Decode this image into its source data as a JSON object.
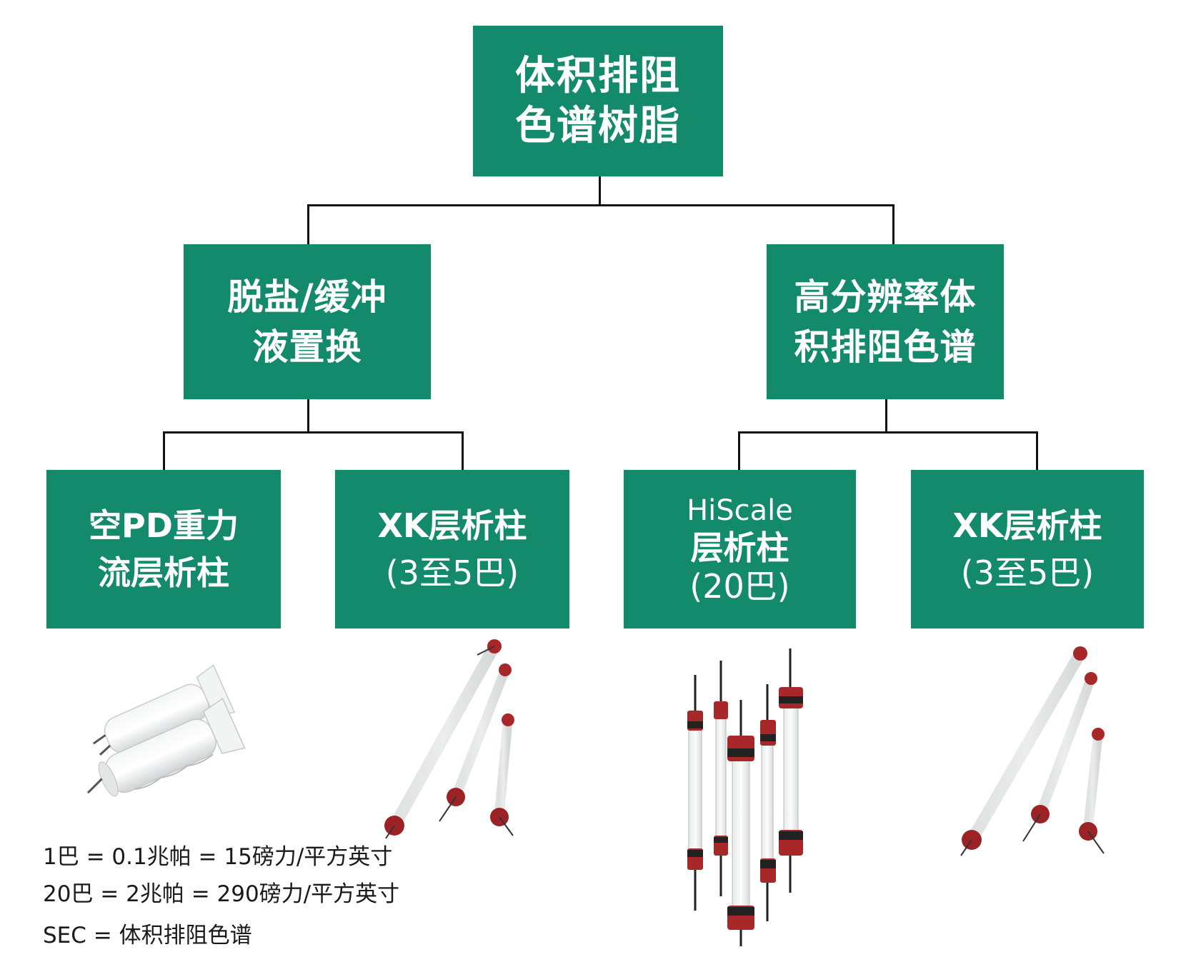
{
  "diagram": {
    "root": {
      "label_lines": [
        "体积排阻",
        "色谱树脂"
      ]
    },
    "categories": [
      {
        "label_lines": [
          "脱盐/缓冲",
          "液置换"
        ],
        "children": [
          {
            "label_lines": [
              "空PD重力",
              "流层析柱"
            ],
            "product_icon": "pd10-column-pair-icon"
          },
          {
            "label_lines": [
              "XK层析柱",
              "(3至5巴)"
            ],
            "product_icon": "xk-columns-icon"
          }
        ]
      },
      {
        "label_lines": [
          "高分辨率体",
          "积排阻色谱"
        ],
        "children": [
          {
            "label_lines": [
              "HiScale",
              "层析柱",
              "(20巴)"
            ],
            "product_icon": "hiscale-columns-icon"
          },
          {
            "label_lines": [
              "XK层析柱",
              "(3至5巴)"
            ],
            "product_icon": "xk-columns-icon"
          }
        ]
      }
    ]
  },
  "notes": [
    "1巴 = 0.1兆帕 = 15磅力/平方英寸",
    "20巴 = 2兆帕 = 290磅力/平方英寸",
    "SEC = 体积排阻色谱"
  ],
  "colors": {
    "box_fill": "#138a6c",
    "box_text": "#ffffff",
    "connector": "#111111",
    "column_cap": "#a8282a"
  }
}
